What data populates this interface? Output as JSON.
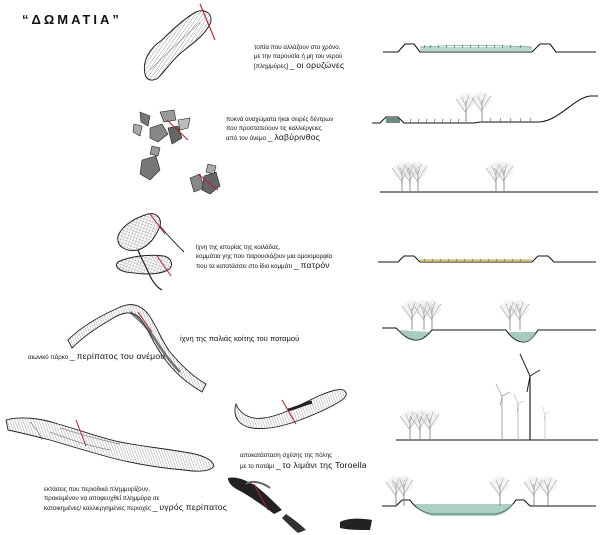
{
  "title": "“ΔΩΜΑΤΙΑ”",
  "rooms": [
    {
      "lines": [
        "τοπία που αλλάζουν στο χρόνο.",
        "με την παρουσία ή μη του νερού",
        "[πλημμύρες]"
      ],
      "keyword": "οι ορυζώνες",
      "separator": "_"
    },
    {
      "lines": [
        "πυκνά αναχώματα ήκαι σειρές δέντρων",
        "που προστατεύουν τις καλλιέργειες",
        "από τον άνεμο"
      ],
      "keyword": "λαβύρινθος",
      "separator": "_"
    },
    {
      "lines": [
        "ίχνη της ιστορίας της κοιλάδας.",
        "κομμάτια γης που παρουσιάζουν μια ομοιομορφία",
        "που τα κατατάσσει στο ίδιο κομμάτι"
      ],
      "keyword": "πατρόν",
      "separator": "_"
    },
    {
      "lines": [
        "ίχνη της παλιάς κοίτης του ποταμού"
      ],
      "keyword": "",
      "separator": ""
    },
    {
      "lines": [
        "αιωνικό πάρκο"
      ],
      "keyword": "περίπατος του ανέμου",
      "separator": "_"
    },
    {
      "lines": [
        "αποκατάσταση σχέσης της πόλης",
        "με το ποτάμι"
      ],
      "keyword": "το λιμάνι της Toroella",
      "separator": "_"
    },
    {
      "lines": [
        "εκτάσεις που περιοδικά πλημμυρίζουν,",
        "προκειμένου να αποφευχθεί πλημμύρα σε",
        "κατοικημένες/ καλλιεργημένες περιοχές"
      ],
      "keyword": "υγρός περίπατος",
      "separator": "_"
    }
  ]
}
